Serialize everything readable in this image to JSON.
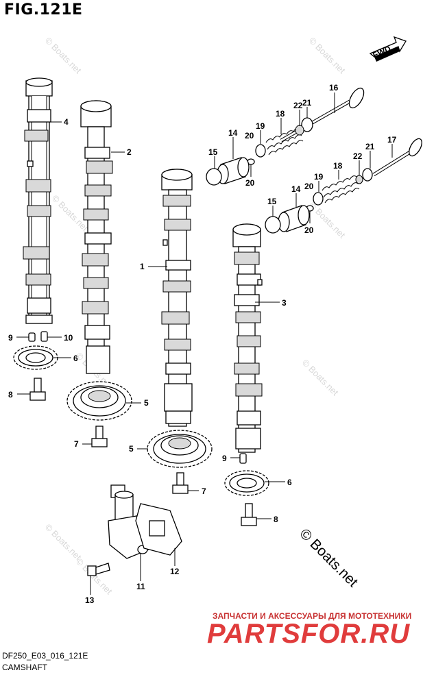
{
  "figure": {
    "title": "FIG.121E",
    "model_code": "DF250_E03_016_121E",
    "section_name": "CAMSHAFT",
    "direction_label": "FWD"
  },
  "callouts": {
    "n1": "1",
    "n2": "2",
    "n3": "3",
    "n4": "4",
    "n5a": "5",
    "n5b": "5",
    "n6a": "6",
    "n6b": "6",
    "n7a": "7",
    "n7b": "7",
    "n8a": "8",
    "n8b": "8",
    "n9a": "9",
    "n9b": "9",
    "n10": "10",
    "n11": "11",
    "n12": "12",
    "n13": "13",
    "n14a": "14",
    "n14b": "14",
    "n15a": "15",
    "n15b": "15",
    "n16": "16",
    "n17": "17",
    "n18a": "18",
    "n18b": "18",
    "n19a": "19",
    "n19b": "19",
    "n20a": "20",
    "n20b": "20",
    "n20c": "20",
    "n20d": "20",
    "n21a": "21",
    "n21b": "21",
    "n22a": "22",
    "n22b": "22"
  },
  "watermarks": {
    "w1": "© Boats.net",
    "w2": "© Boats.net",
    "w3": "© Boats.net",
    "w4": "© Boats.net",
    "w5": "© Boats.net",
    "w6": "© Boats.net",
    "w7": "© Boats.net",
    "w8": "© Boats.net"
  },
  "copyright": "© Boats.net",
  "seller": {
    "tagline": "ЗАПЧАСТИ И АКСЕССУАРЫ ДЛЯ МОТОТЕХНИКИ",
    "logo_text": "PARTSFOR.RU"
  },
  "colors": {
    "logo_red": "#e03c3c",
    "watermark_grey": "#d8d8d8"
  }
}
